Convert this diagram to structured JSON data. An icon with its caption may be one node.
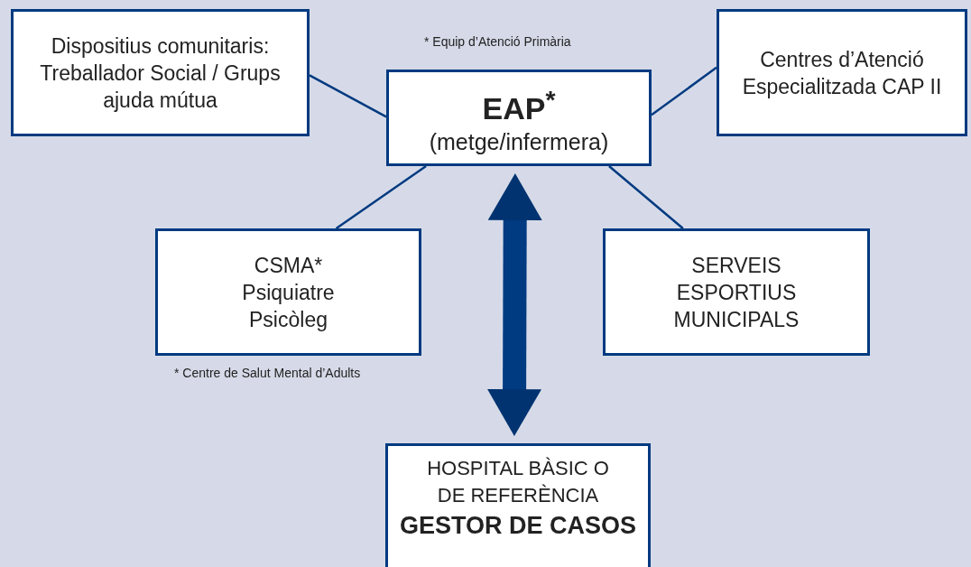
{
  "diagram": {
    "nodes": [
      {
        "text": [
          "Dispositius comunitaris: Treballador Social / Grups ajuda mútua"
        ]
      },
      {
        "text": [
          "EAP$^{*}$",
          "(metge/infermera)"
        ]
      },
      {
        "text": [
          "Centres d’Atenció Especialitzada CAP II"
        ]
      },
      {
        "text": [
          "CSMA* Psiquiatre Psicòleg"
        ]
      },
      {
        "text": [
          "SERVEIS ESPORTIUS MUNICIPALS"
        ]
      },
      {
        "text": [
          "HOSPITAL BÀSIC O DE REFERÈNCIA",
          "GESTOR DE CASOS"
        ]
      }
    ],
    "edges": [
      {
        "from": 0,
        "to": 1,
        "arrow": "none"
      },
      {
        "from": 1,
        "to": 2,
        "arrow": "none"
      },
      {
        "from": 1,
        "to": 3,
        "arrow": "none"
      },
      {
        "from": 1,
        "to": 4,
        "arrow": "none"
      },
      {
        "from": 1,
        "to": 5,
        "arrow": "both",
        "style": "thick"
      }
    ],
    "labels": [
      "* Equip d’Atenció Primària",
      "* Centre de Salut Mental d’Adults"
    ]
  }
}
